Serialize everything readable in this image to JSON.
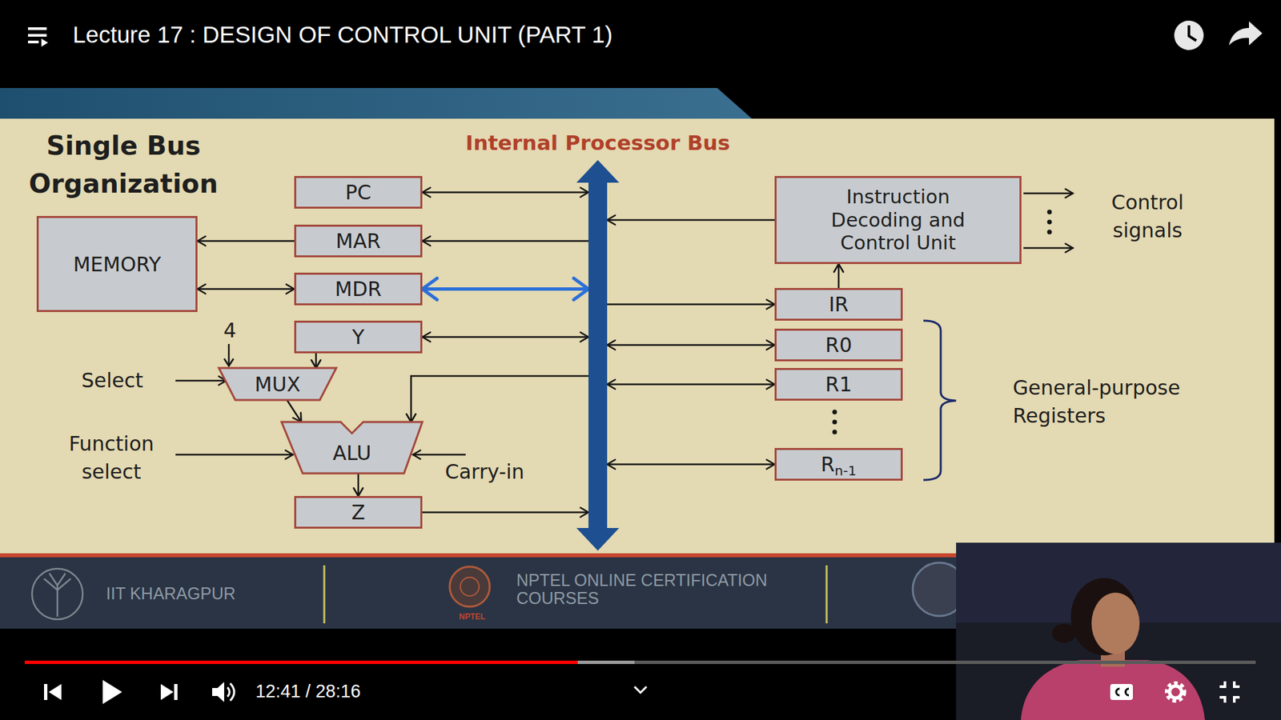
{
  "diagram": {
    "title": "Single Bus Organization",
    "nodes": [
      {
        "text": [
          "MEMORY"
        ]
      },
      {
        "text": [
          "PC"
        ]
      },
      {
        "text": [
          "MAR"
        ]
      },
      {
        "text": [
          "MDR"
        ]
      },
      {
        "text": [
          "Y"
        ]
      },
      {
        "text": [
          "MUX"
        ]
      },
      {
        "text": [
          "ALU"
        ]
      },
      {
        "text": [
          "Z"
        ]
      },
      {
        "text": [
          "Internal Processor Bus"
        ]
      },
      {
        "text": [
          "Instruction Decoding and Control Unit"
        ]
      },
      {
        "text": [
          "IR"
        ]
      },
      {
        "text": [
          "R0"
        ]
      },
      {
        "text": [
          "R1"
        ]
      },
      {
        "text": [
          "R",
          "n-1"
        ]
      }
    ],
    "edges": [
      {
        "from": 1,
        "to": 8,
        "arrow": "both"
      },
      {
        "from": 2,
        "to": 0,
        "arrow": "to"
      },
      {
        "from": 8,
        "to": 2,
        "arrow": "to"
      },
      {
        "from": 0,
        "to": 3,
        "arrow": "both"
      },
      {
        "from": 3,
        "to": 8,
        "arrow": "both"
      },
      {
        "from": 4,
        "to": 8,
        "arrow": "both"
      },
      {
        "from": 4,
        "to": 5,
        "arrow": "to"
      },
      {
        "from": 5,
        "to": 6,
        "arrow": "to"
      },
      {
        "from": 8,
        "to": 6,
        "arrow": "to"
      },
      {
        "from": 6,
        "to": 7,
        "arrow": "to"
      },
      {
        "from": 7,
        "to": 8,
        "arrow": "to"
      },
      {
        "from": 9,
        "to": 8,
        "arrow": "to"
      },
      {
        "from": 8,
        "to": 10,
        "arrow": "to"
      },
      {
        "from": 10,
        "to": 9,
        "arrow": "to"
      },
      {
        "from": 11,
        "to": 8,
        "arrow": "both"
      },
      {
        "from": 12,
        "to": 8,
        "arrow": "both"
      },
      {
        "from": 13,
        "to": 8,
        "arrow": "both"
      }
    ],
    "labels": [
      "Lecture 17 : DESIGN OF CONTROL UNIT (PART 1)",
      "4",
      "Select",
      "Function select",
      "Carry-in",
      "Control signals",
      "General-purpose Registers",
      "IIT KHARAGPUR",
      "NPTEL ONLINE CERTIFICATION COURSES",
      "NPTEL",
      "12:41 / 28:16"
    ]
  }
}
